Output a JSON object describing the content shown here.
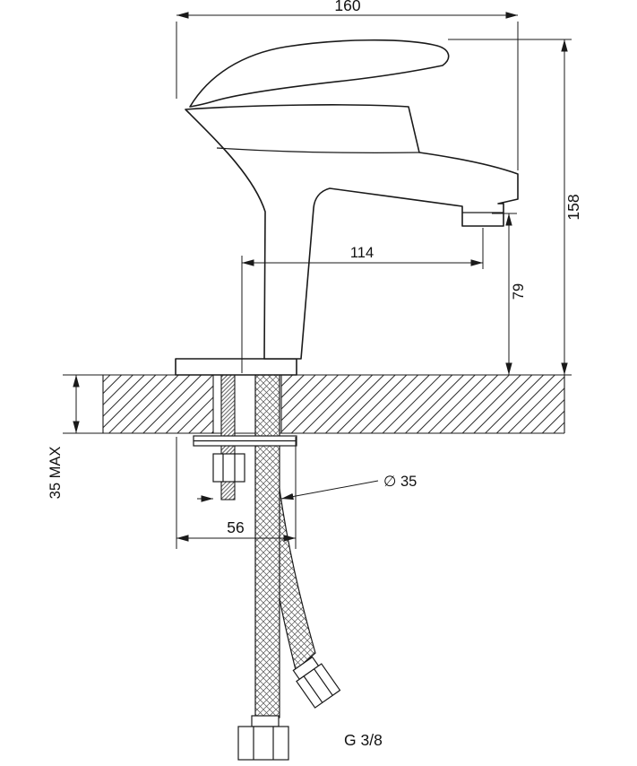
{
  "colors": {
    "ink": "#1a1a1a",
    "background": "#ffffff"
  },
  "dimensions": {
    "overall_length": "160",
    "overall_height": "158",
    "spout_reach": "114",
    "spout_height": "79",
    "deck_thickness_max": "35 MAX",
    "base_depth": "56",
    "hole_diameter": "∅ 35",
    "thread_size": "G 3/8"
  }
}
